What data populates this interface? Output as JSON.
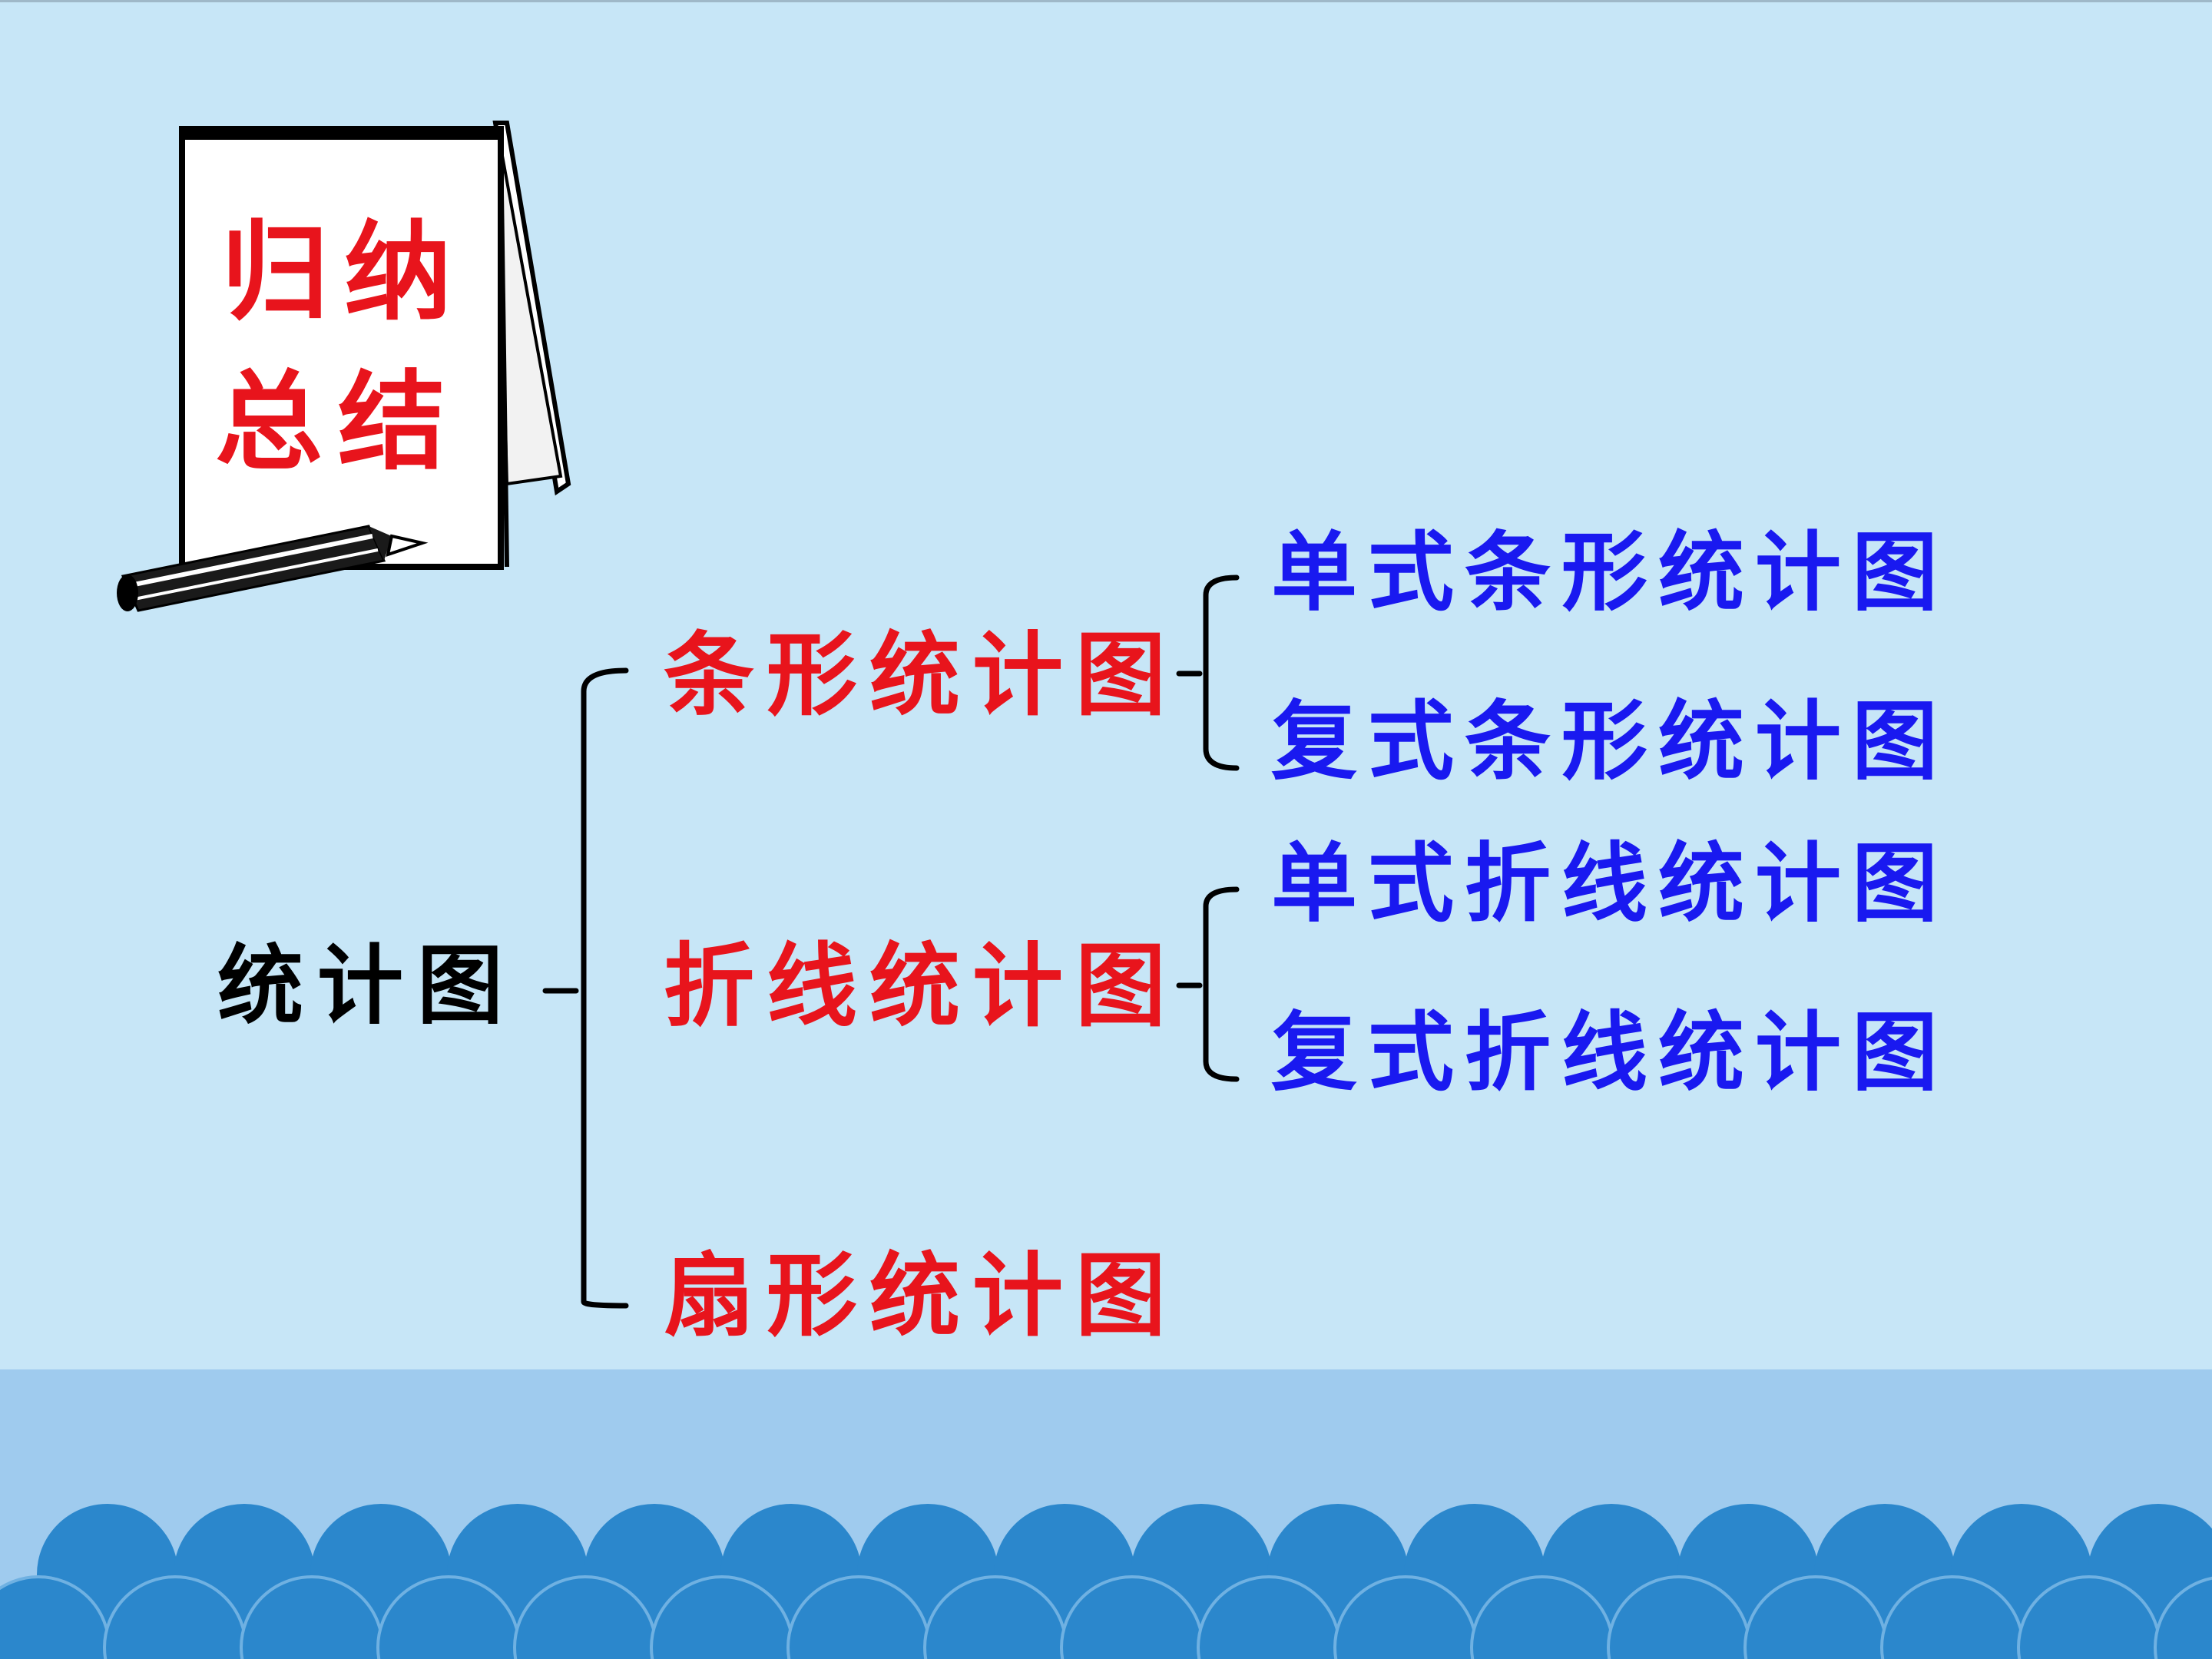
{
  "notepad": {
    "line1": "归纳",
    "line2": "总结"
  },
  "tree": {
    "root": "统计图",
    "children": [
      {
        "label": "条形统计图",
        "children": [
          "单式条形统计图",
          "复式条形统计图"
        ]
      },
      {
        "label": "折线统计图",
        "children": [
          "单式折线统计图",
          "复式折线统计图"
        ]
      },
      {
        "label": "扇形统计图",
        "children": []
      }
    ]
  },
  "colors": {
    "background": "#C7E6F7",
    "band": "#9FCBEE",
    "wave": "#2B87CC",
    "root_text": "#000000",
    "level1_text": "#E8141C",
    "level2_text": "#1919F0"
  }
}
